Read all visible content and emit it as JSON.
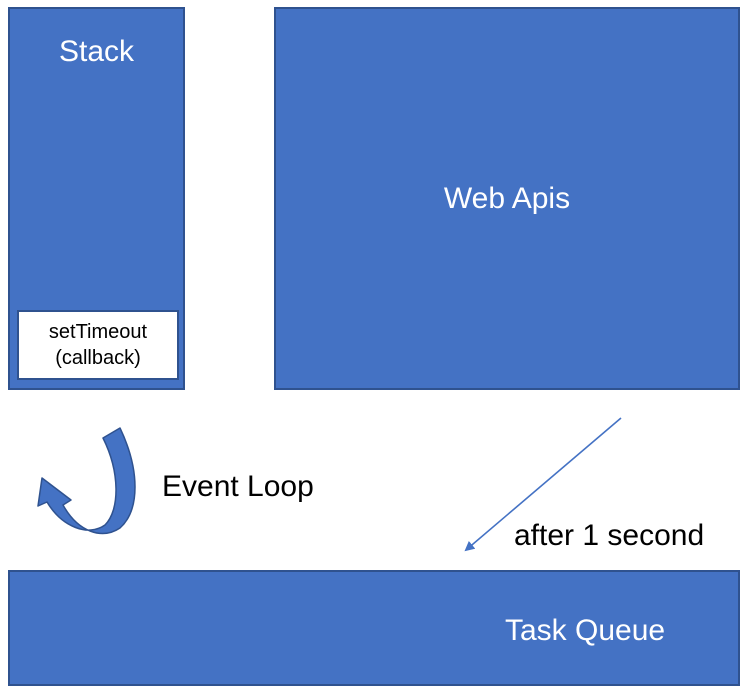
{
  "stack": {
    "title": "Stack",
    "frames": [
      {
        "line1": "setTimeout",
        "line2": "(callback)"
      }
    ]
  },
  "web_apis": {
    "title": "Web Apis"
  },
  "task_queue": {
    "title": "Task Queue"
  },
  "event_loop": {
    "label": "Event Loop",
    "icon": "curved-arrow-icon"
  },
  "timer_arrow": {
    "label": "after 1 second",
    "icon": "diagonal-arrow-icon"
  },
  "colors": {
    "box_fill": "#4472c4",
    "box_border": "#2f528f",
    "arrow": "#4472c4"
  }
}
